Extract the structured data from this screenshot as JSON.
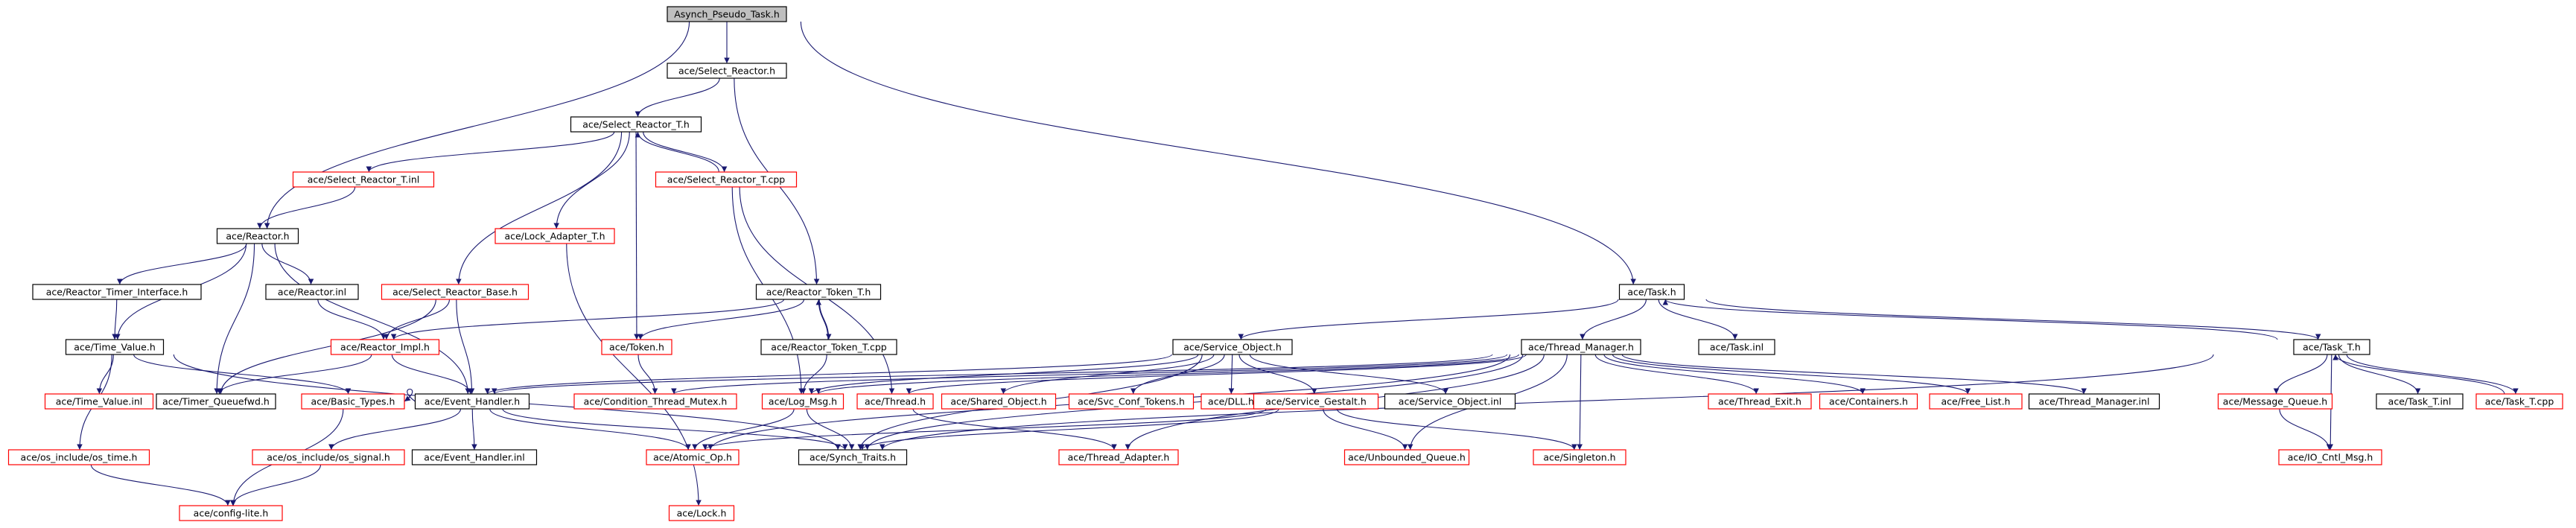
{
  "colors": {
    "edge": "#191970",
    "arrow": "#191970",
    "root_fill": "#bfbfbf",
    "root_border": "#000000",
    "doc_border": "#000000",
    "undoc_border": "#ff0000",
    "text": "#000000"
  },
  "nodes": [
    {
      "id": "root",
      "label": "Asynch_Pseudo_Task.h",
      "kind": "root"
    },
    {
      "id": "sel_reactor",
      "label": "ace/Select_Reactor.h",
      "kind": "doc"
    },
    {
      "id": "sel_reactor_t",
      "label": "ace/Select_Reactor_T.h",
      "kind": "doc"
    },
    {
      "id": "sel_reactor_t_inl",
      "label": "ace/Select_Reactor_T.inl",
      "kind": "undoc"
    },
    {
      "id": "sel_reactor_t_cpp",
      "label": "ace/Select_Reactor_T.cpp",
      "kind": "undoc"
    },
    {
      "id": "lock_adapter",
      "label": "ace/Lock_Adapter_T.h",
      "kind": "undoc"
    },
    {
      "id": "reactor",
      "label": "ace/Reactor.h",
      "kind": "doc"
    },
    {
      "id": "reactor_timer_if",
      "label": "ace/Reactor_Timer_Interface.h",
      "kind": "doc"
    },
    {
      "id": "reactor_inl",
      "label": "ace/Reactor.inl",
      "kind": "doc"
    },
    {
      "id": "sel_reactor_base",
      "label": "ace/Select_Reactor_Base.h",
      "kind": "undoc"
    },
    {
      "id": "reactor_token_t",
      "label": "ace/Reactor_Token_T.h",
      "kind": "doc"
    },
    {
      "id": "reactor_token_t_cpp",
      "label": "ace/Reactor_Token_T.cpp",
      "kind": "doc"
    },
    {
      "id": "time_value",
      "label": "ace/Time_Value.h",
      "kind": "doc"
    },
    {
      "id": "reactor_impl",
      "label": "ace/Reactor_Impl.h",
      "kind": "undoc"
    },
    {
      "id": "token",
      "label": "ace/Token.h",
      "kind": "undoc"
    },
    {
      "id": "time_value_inl",
      "label": "ace/Time_Value.inl",
      "kind": "undoc"
    },
    {
      "id": "timer_queuefwd",
      "label": "ace/Timer_Queuefwd.h",
      "kind": "doc"
    },
    {
      "id": "basic_types",
      "label": "ace/Basic_Types.h",
      "kind": "undoc"
    },
    {
      "id": "event_handler",
      "label": "ace/Event_Handler.h",
      "kind": "doc"
    },
    {
      "id": "cond_thread_mutex",
      "label": "ace/Condition_Thread_Mutex.h",
      "kind": "undoc"
    },
    {
      "id": "log_msg",
      "label": "ace/Log_Msg.h",
      "kind": "undoc"
    },
    {
      "id": "thread",
      "label": "ace/Thread.h",
      "kind": "undoc"
    },
    {
      "id": "shared_object",
      "label": "ace/Shared_Object.h",
      "kind": "undoc"
    },
    {
      "id": "svc_conf_tokens",
      "label": "ace/Svc_Conf_Tokens.h",
      "kind": "undoc"
    },
    {
      "id": "dll",
      "label": "ace/DLL.h",
      "kind": "undoc"
    },
    {
      "id": "service_gestalt",
      "label": "ace/Service_Gestalt.h",
      "kind": "undoc"
    },
    {
      "id": "service_object_inl",
      "label": "ace/Service_Object.inl",
      "kind": "doc"
    },
    {
      "id": "thread_exit",
      "label": "ace/Thread_Exit.h",
      "kind": "undoc"
    },
    {
      "id": "containers",
      "label": "ace/Containers.h",
      "kind": "undoc"
    },
    {
      "id": "free_list",
      "label": "ace/Free_List.h",
      "kind": "undoc"
    },
    {
      "id": "thread_manager_inl",
      "label": "ace/Thread_Manager.inl",
      "kind": "doc"
    },
    {
      "id": "os_time",
      "label": "ace/os_include/os_time.h",
      "kind": "undoc"
    },
    {
      "id": "os_signal",
      "label": "ace/os_include/os_signal.h",
      "kind": "undoc"
    },
    {
      "id": "event_handler_inl",
      "label": "ace/Event_Handler.inl",
      "kind": "doc"
    },
    {
      "id": "atomic_op",
      "label": "ace/Atomic_Op.h",
      "kind": "undoc"
    },
    {
      "id": "synch_traits",
      "label": "ace/Synch_Traits.h",
      "kind": "doc"
    },
    {
      "id": "thread_adapter",
      "label": "ace/Thread_Adapter.h",
      "kind": "undoc"
    },
    {
      "id": "unbounded_queue",
      "label": "ace/Unbounded_Queue.h",
      "kind": "undoc"
    },
    {
      "id": "singleton",
      "label": "ace/Singleton.h",
      "kind": "undoc"
    },
    {
      "id": "config_lite",
      "label": "ace/config-lite.h",
      "kind": "undoc"
    },
    {
      "id": "lock",
      "label": "ace/Lock.h",
      "kind": "undoc"
    },
    {
      "id": "task",
      "label": "ace/Task.h",
      "kind": "doc"
    },
    {
      "id": "task_inl",
      "label": "ace/Task.inl",
      "kind": "doc"
    },
    {
      "id": "service_object",
      "label": "ace/Service_Object.h",
      "kind": "doc"
    },
    {
      "id": "thread_manager",
      "label": "ace/Thread_Manager.h",
      "kind": "doc"
    },
    {
      "id": "task_t",
      "label": "ace/Task_T.h",
      "kind": "doc"
    },
    {
      "id": "message_queue",
      "label": "ace/Message_Queue.h",
      "kind": "undoc"
    },
    {
      "id": "task_t_inl",
      "label": "ace/Task_T.inl",
      "kind": "doc"
    },
    {
      "id": "task_t_cpp",
      "label": "ace/Task_T.cpp",
      "kind": "undoc"
    },
    {
      "id": "io_cntl_msg",
      "label": "ace/IO_Cntl_Msg.h",
      "kind": "undoc"
    }
  ],
  "edges": [
    [
      "root",
      "sel_reactor"
    ],
    [
      "root",
      "reactor"
    ],
    [
      "root",
      "task"
    ],
    [
      "sel_reactor",
      "sel_reactor_t"
    ],
    [
      "sel_reactor",
      "reactor_token_t"
    ],
    [
      "sel_reactor_t",
      "sel_reactor_t_inl"
    ],
    [
      "sel_reactor_t",
      "sel_reactor_t_cpp"
    ],
    [
      "sel_reactor_t",
      "lock_adapter"
    ],
    [
      "sel_reactor_t",
      "sel_reactor_base"
    ],
    [
      "sel_reactor_t",
      "token"
    ],
    [
      "sel_reactor_t_cpp",
      "sel_reactor_t"
    ],
    [
      "sel_reactor_t_cpp",
      "log_msg"
    ],
    [
      "sel_reactor_t_cpp",
      "thread"
    ],
    [
      "sel_reactor_t_inl",
      "reactor"
    ],
    [
      "lock_adapter",
      "lock"
    ],
    [
      "reactor",
      "reactor_timer_if"
    ],
    [
      "reactor",
      "reactor_inl"
    ],
    [
      "reactor",
      "time_value"
    ],
    [
      "reactor",
      "timer_queuefwd"
    ],
    [
      "reactor",
      "event_handler"
    ],
    [
      "reactor_timer_if",
      "time_value"
    ],
    [
      "reactor_inl",
      "reactor_impl"
    ],
    [
      "sel_reactor_base",
      "reactor_impl"
    ],
    [
      "sel_reactor_base",
      "timer_queuefwd"
    ],
    [
      "sel_reactor_base",
      "event_handler"
    ],
    [
      "reactor_token_t",
      "reactor_token_t_cpp"
    ],
    [
      "reactor_token_t",
      "token"
    ],
    [
      "reactor_token_t",
      "reactor_impl"
    ],
    [
      "reactor_token_t_cpp",
      "reactor_token_t"
    ],
    [
      "reactor_token_t_cpp",
      "log_msg"
    ],
    [
      "time_value",
      "time_value_inl"
    ],
    [
      "time_value",
      "os_time"
    ],
    [
      "time_value",
      "basic_types"
    ],
    [
      "time_value",
      "synch_traits"
    ],
    [
      "reactor_impl",
      "timer_queuefwd"
    ],
    [
      "reactor_impl",
      "event_handler"
    ],
    [
      "token",
      "cond_thread_mutex"
    ],
    [
      "os_time",
      "config_lite"
    ],
    [
      "basic_types",
      "config_lite"
    ],
    [
      "event_handler",
      "basic_types"
    ],
    [
      "event_handler",
      "os_signal"
    ],
    [
      "event_handler",
      "event_handler_inl"
    ],
    [
      "event_handler",
      "atomic_op"
    ],
    [
      "event_handler",
      "synch_traits"
    ],
    [
      "os_signal",
      "config_lite"
    ],
    [
      "log_msg",
      "atomic_op"
    ],
    [
      "log_msg",
      "synch_traits"
    ],
    [
      "thread",
      "thread_adapter"
    ],
    [
      "task",
      "service_object"
    ],
    [
      "task",
      "thread_manager"
    ],
    [
      "task",
      "task_inl"
    ],
    [
      "task",
      "task_t"
    ],
    [
      "task_t",
      "task"
    ],
    [
      "task_t",
      "message_queue"
    ],
    [
      "task_t",
      "task_t_inl"
    ],
    [
      "task_t",
      "task_t_cpp"
    ],
    [
      "task_t",
      "synch_traits"
    ],
    [
      "task_t",
      "io_cntl_msg"
    ],
    [
      "task_t_cpp",
      "task_t"
    ],
    [
      "message_queue",
      "io_cntl_msg"
    ],
    [
      "service_object",
      "shared_object"
    ],
    [
      "service_object",
      "svc_conf_tokens"
    ],
    [
      "service_object",
      "dll"
    ],
    [
      "service_object",
      "service_gestalt"
    ],
    [
      "service_object",
      "service_object_inl"
    ],
    [
      "service_object",
      "event_handler"
    ],
    [
      "service_object",
      "log_msg"
    ],
    [
      "service_object",
      "synch_traits"
    ],
    [
      "service_gestalt",
      "unbounded_queue"
    ],
    [
      "service_gestalt",
      "singleton"
    ],
    [
      "service_gestalt",
      "synch_traits"
    ],
    [
      "service_gestalt",
      "atomic_op"
    ],
    [
      "thread_manager",
      "thread"
    ],
    [
      "thread_manager",
      "thread_adapter"
    ],
    [
      "thread_manager",
      "thread_exit"
    ],
    [
      "thread_manager",
      "containers"
    ],
    [
      "thread_manager",
      "free_list"
    ],
    [
      "thread_manager",
      "thread_manager_inl"
    ],
    [
      "thread_manager",
      "cond_thread_mutex"
    ],
    [
      "thread_manager",
      "log_msg"
    ],
    [
      "thread_manager",
      "synch_traits"
    ],
    [
      "thread_manager",
      "unbounded_queue"
    ],
    [
      "thread_manager",
      "singleton"
    ],
    [
      "thread_manager",
      "atomic_op"
    ],
    [
      "thread_manager",
      "event_handler"
    ]
  ]
}
